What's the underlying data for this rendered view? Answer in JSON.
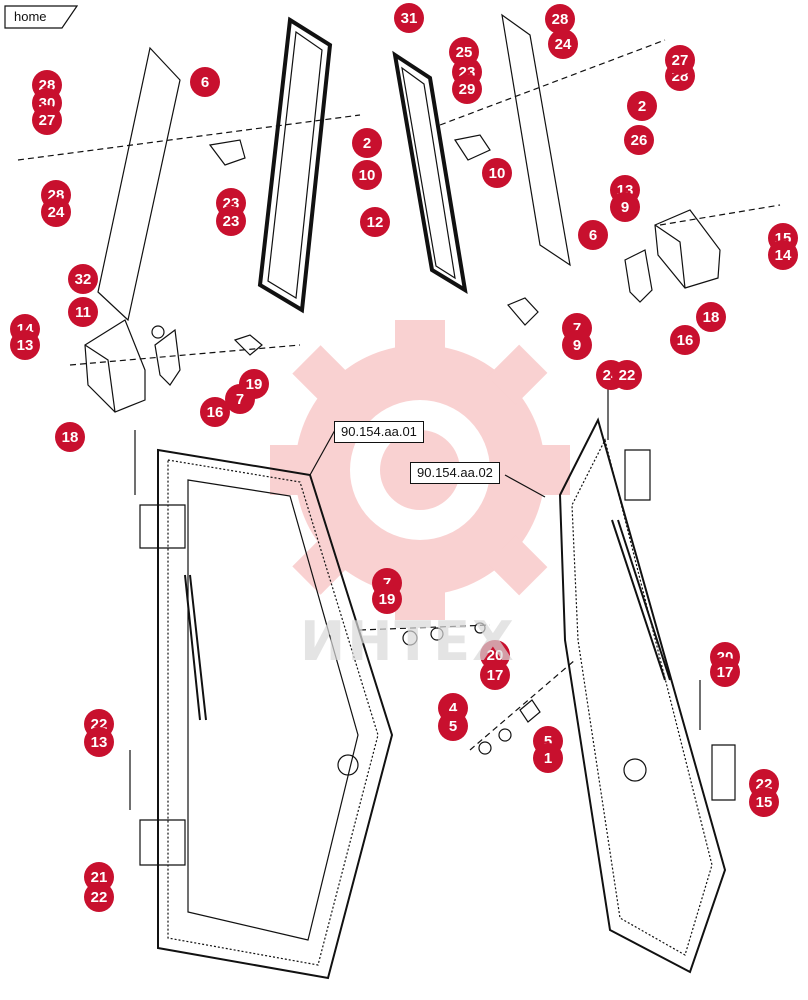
{
  "nav": {
    "home_label": "home"
  },
  "assembly_refs": [
    "90.154.aa.01",
    "90.154.aa.02"
  ],
  "callouts": [
    "28",
    "30",
    "27",
    "28",
    "24",
    "6",
    "23",
    "23",
    "2",
    "10",
    "32",
    "11",
    "14",
    "13",
    "18",
    "16",
    "7",
    "19",
    "7",
    "9",
    "6",
    "31",
    "25",
    "23",
    "29",
    "28",
    "24",
    "28",
    "27",
    "2",
    "26",
    "10",
    "12",
    "13",
    "9",
    "15",
    "14",
    "18",
    "16",
    "7",
    "19",
    "20",
    "17",
    "4",
    "5",
    "5",
    "1",
    "20",
    "17",
    "22",
    "15",
    "22",
    "13",
    "21",
    "22",
    "24",
    "22"
  ],
  "colors": {
    "callout_bg": "#c8102e",
    "callout_text": "#ffffff",
    "line": "#111111",
    "watermark": "#f6b5b5"
  },
  "watermark": {
    "text": "ИНТЕХ",
    "icon": "gear-watermark-icon"
  }
}
